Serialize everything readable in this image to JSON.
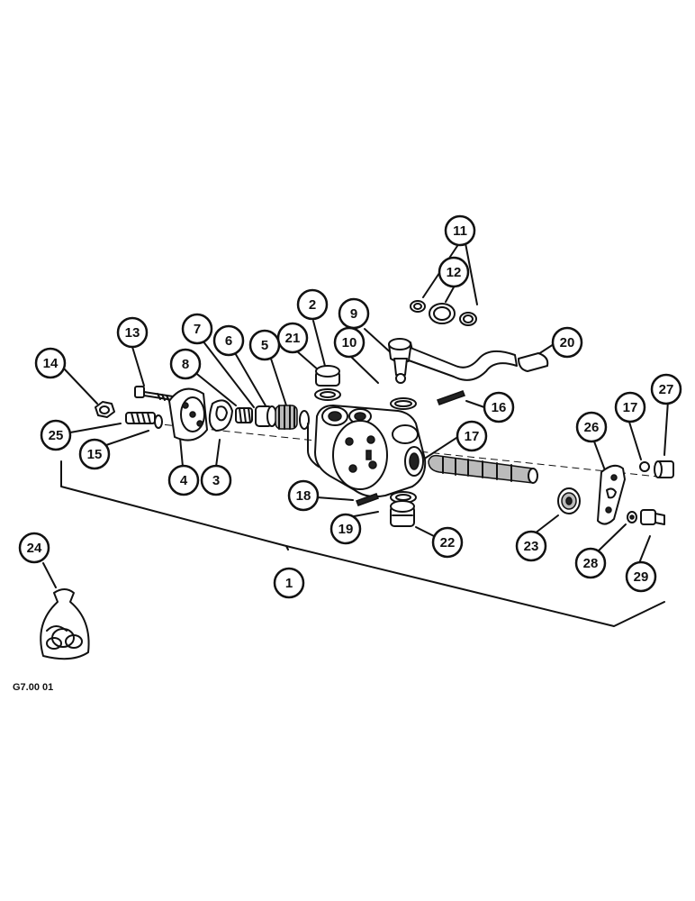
{
  "drawing_code": "G7.00 01",
  "callouts": [
    "1",
    "2",
    "3",
    "4",
    "5",
    "6",
    "7",
    "8",
    "9",
    "10",
    "11",
    "12",
    "13",
    "14",
    "15",
    "16",
    "17",
    "17",
    "18",
    "19",
    "20",
    "21",
    "22",
    "23",
    "24",
    "25",
    "26",
    "27",
    "28",
    "29"
  ],
  "colors": {
    "ink": "#111111",
    "paper": "#ffffff",
    "shade": "#bbbbbb"
  }
}
